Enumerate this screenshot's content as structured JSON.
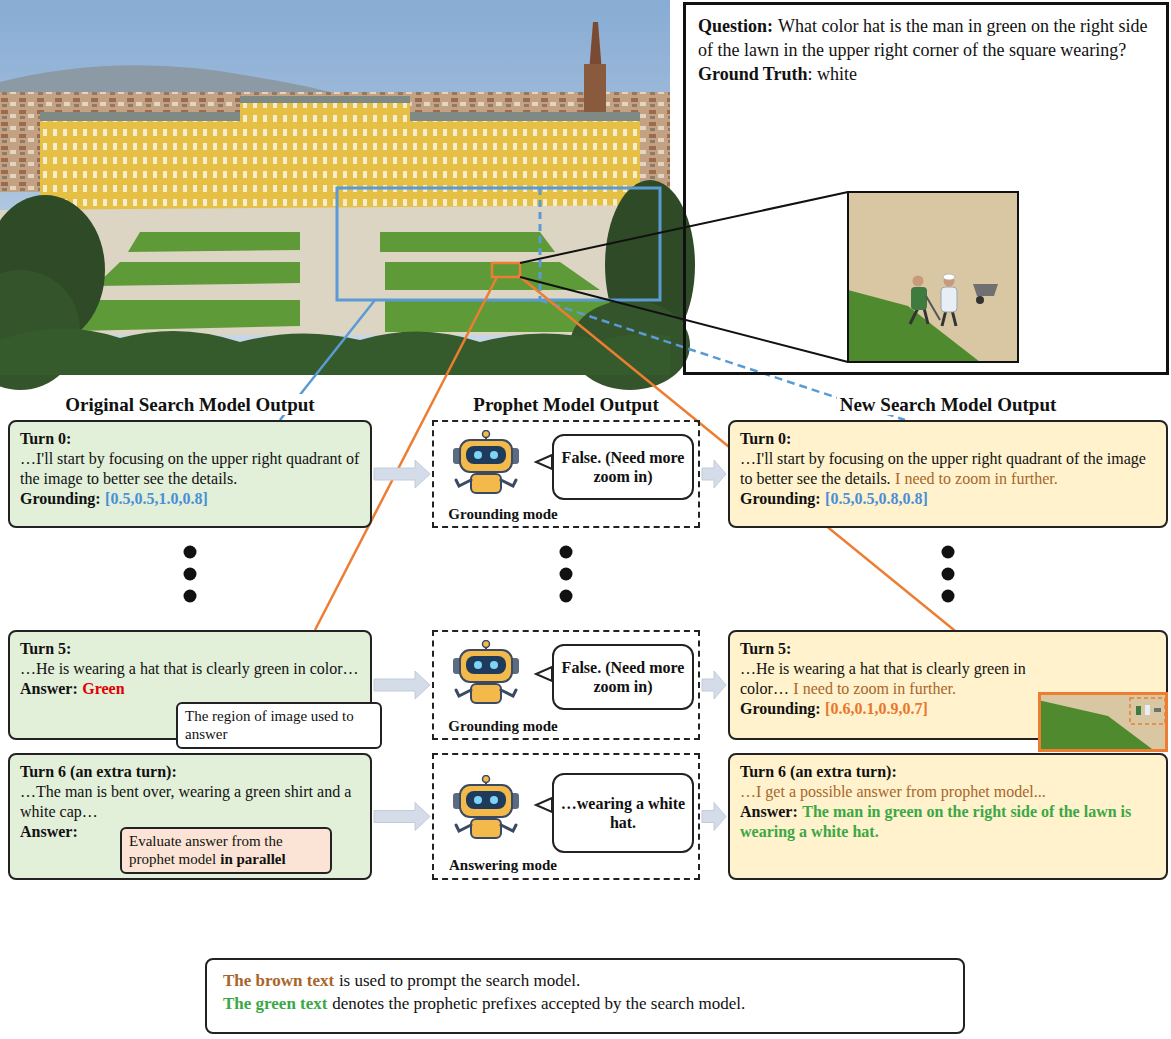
{
  "diagram": {
    "nodes": [
      {
        "text": [
          "Question:",
          "What color hat is the man in green on the right side of the lawn in the upper right corner of the square wearing?",
          "Ground Truth",
          ": white"
        ]
      },
      {
        "text": [
          "Turn 0:",
          "…I'll start by focusing on the upper right quadrant of the image to better see the details.",
          "Grounding:",
          "[0.5,0.5,1.0,0.8]"
        ]
      },
      {
        "text": [
          "Grounding mode"
        ]
      },
      {
        "text": [
          "False. (Need more zoom in)"
        ],
        "in": 2
      },
      {
        "text": [
          "Turn 0:",
          "…I'll start by focusing on the upper right quadrant of the image to better see the details.",
          "I need to zoom in further.",
          "Grounding:",
          "[0.5,0.5,0.8,0.8]"
        ]
      },
      {
        "text": [
          "Turn 5:",
          "…He is wearing a hat that is clearly green in color…",
          "Answer:",
          "Green"
        ]
      },
      {
        "text": [
          "The region of image used to answer"
        ],
        "in": 5
      },
      {
        "text": [
          "Grounding mode"
        ]
      },
      {
        "text": [
          "False. (Need more zoom in)"
        ],
        "in": 7
      },
      {
        "text": [
          "Turn 5:",
          "…He is wearing a hat that is clearly green in color…",
          "I need to zoom in further.",
          "Grounding:",
          "[0.6,0.1,0.9,0.7]"
        ]
      },
      {
        "text": [
          "Turn 6 (an extra turn):",
          "…The man is bent over, wearing a green shirt and a white cap…",
          "Answer:"
        ]
      },
      {
        "text": [
          "Evaluate answer from the prophet model",
          "in parallel"
        ],
        "in": 10
      },
      {
        "text": [
          "Answering mode"
        ]
      },
      {
        "text": [
          "…wearing a white hat."
        ],
        "in": 12
      },
      {
        "text": [
          "Turn 6 (an extra turn):",
          "…I get a possible answer from prophet model...",
          "Answer:",
          "The man in green on the right side of the lawn is wearing a white hat."
        ]
      },
      {
        "text": [
          "The brown text",
          "is used to prompt the search model.",
          "The green text",
          "denotes the prophetic prefixes accepted by the search model."
        ]
      }
    ],
    "edges": [
      {
        "from": 1,
        "to": 2,
        "arrow": "to"
      },
      {
        "from": 2,
        "to": 4,
        "arrow": "to"
      },
      {
        "from": 5,
        "to": 7,
        "arrow": "to"
      },
      {
        "from": 7,
        "to": 9,
        "arrow": "to"
      },
      {
        "from": 10,
        "to": 12,
        "arrow": "to"
      },
      {
        "from": 12,
        "to": 14,
        "arrow": "to"
      }
    ],
    "labels": [
      "Original Search Model Output",
      "Prophet Model Output",
      "New Search Model Output"
    ]
  }
}
